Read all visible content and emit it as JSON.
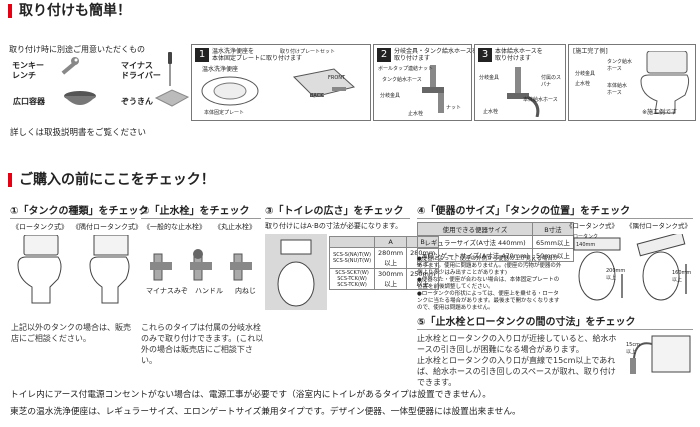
{
  "install_section": {
    "title": "取り付けも簡単！",
    "tools_intro": "取り付け時に別途ご用意いただくもの",
    "tools": [
      {
        "label": "モンキー\nレンチ",
        "icon": "wrench-icon"
      },
      {
        "label": "マイナス\nドライバー",
        "icon": "screwdriver-icon"
      },
      {
        "label": "広口容器",
        "icon": "bowl-icon"
      },
      {
        "label": "ぞうきん",
        "icon": "cloth-icon"
      }
    ],
    "steps": [
      {
        "num": "1",
        "text": "温水洗浄便座を\n本体固定プレートに取り付けます",
        "sub": "温水洗浄便座",
        "sub2": "取り付けプレートセット",
        "labels": [
          "本体固定プレート",
          "FRONT",
          "BACK"
        ]
      },
      {
        "num": "2",
        "text": "分岐金具・タンク給水ホースを\n取り付けます",
        "labels": [
          "ボールタップ連結ナット",
          "タンク給水ホース",
          "分岐金具",
          "止水栓",
          "ナット"
        ]
      },
      {
        "num": "3",
        "text": "本体給水ホースを\n取り付けます",
        "labels": [
          "分岐金具",
          "付属のスパナ",
          "本体給水ホース",
          "止水栓"
        ]
      },
      {
        "num": "",
        "text": "[施工完了例]",
        "labels": [
          "タンク給水\nホース",
          "本体給水\nホース",
          "分岐金具",
          "止水栓"
        ]
      }
    ],
    "exception_note": "※施工例です",
    "manual_note": "詳しくは取扱説明書をご覧ください"
  },
  "check_section": {
    "title": "ご購入の前にここをチェック！",
    "c1": {
      "title": "①「タンクの種類」をチェック",
      "types": [
        "《ロータンク式》",
        "《隅付ロータンク式》"
      ],
      "note": "上記以外のタンクの場合は、販売店にご相談ください。"
    },
    "c2": {
      "title": "②「止水栓」をチェック",
      "types": [
        "《一般的な止水栓》",
        "《丸止水栓》"
      ],
      "valves": [
        "マイナスみぞ",
        "ハンドル",
        "内ねじ"
      ],
      "note": "これらのタイプは付属の分岐水栓のみで取り付けできます。(これ以外の場合は販売店にご相談下さい。"
    },
    "c3": {
      "title": "③「トイレの広さ」をチェック",
      "intro": "取り付けにはA·Bの寸法が必要になります。",
      "headers": [
        "",
        "A",
        "B"
      ],
      "rows": [
        {
          "model": "SCS-S(NA)T(W)\nSCS-S(NU)T(W)",
          "a": "280mm\n以上",
          "b": "280mm\n以上"
        },
        {
          "model": "SCS-SCK7(W)\nSCS-TCK(W)\nSCS-TCK(W)",
          "a": "300mm\n以上",
          "b": "250mm\n以上"
        }
      ]
    },
    "c4": {
      "title": "④「便器のサイズ」「タンクの位置」をチェック",
      "table_headers": [
        "使用できる便器サイズ",
        "B寸法"
      ],
      "table_rows": [
        [
          "レギュラーサイズ(A寸法 440mm)",
          "65mm以上"
        ],
        [
          "エロンゲートサイズ(A寸法 470mm)",
          "50mm以上"
        ]
      ],
      "notes": [
        "●便器によって、便座の外側から便器の上が見える場合があります。使用に問題ありません。(便座の汚物が便器の外側より多少はみ出すことがあります)",
        "●便器なた・便座が合わない場合は、本体固定プレートの位置を前後調整してください。",
        "●ロータンクの形状によっては、便座上を乗せる・ロータンクに当たる場合があります。最後まで開かなくなりますので、使用は問題ありません。"
      ],
      "diagrams": [
        "《ロータンク式》",
        "《隅付ロータンク式》"
      ],
      "dims": [
        "ロータンク",
        "140mm",
        "200mm\n以上",
        "160mm\n以上"
      ]
    },
    "c5": {
      "title": "⑤「止水栓とロータンクの間の寸法」をチェック",
      "text": "止水栓とロータンクの入り口が近接していると、給水ホースの引き回しが困難になる場合があります。\n止水栓とロータンクの入り口が直線で15cm以上であれば、給水ホースの引き回しのスペースが取れ、取り付けできます。",
      "dim": "15cm\n以上"
    }
  },
  "bottom_notes": [
    "トイレ内にアース付電源コンセントがない場合は、電源工事が必要です（浴室内にトイレがあるタイプは設置できません）。",
    "東芝の温水洗浄便座は、レギュラーサイズ、エロンゲートサイズ兼用タイプです。デザイン便器、一体型便器には設置出来ません。"
  ],
  "colors": {
    "accent": "#e60012",
    "header_bg": "#d8d8d8",
    "text": "#222222"
  }
}
